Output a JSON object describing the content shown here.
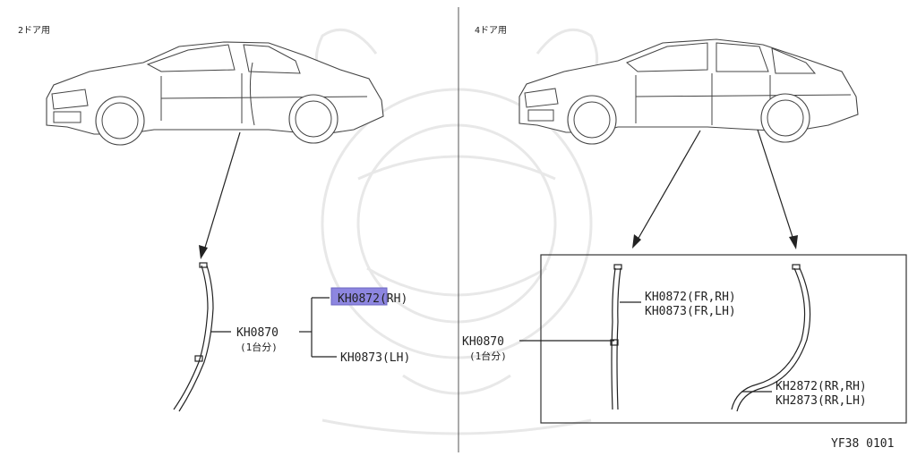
{
  "left_panel": {
    "title": "2ドア用",
    "part_total": "KH0870",
    "part_total_sub": "(1台分)",
    "part_rh": "KH0872(RH)",
    "part_lh": "KH0873(LH)"
  },
  "right_panel": {
    "title": "4ドア用",
    "part_total": "KH0870",
    "part_total_sub": "(1台分)",
    "front_rh": "KH0872(FR,RH)",
    "front_lh": "KH0873(FR,LH)",
    "rear_rh": "KH2872(RR,RH)",
    "rear_lh": "KH2873(RR,LH)"
  },
  "figure_code": "YF38 0101",
  "colors": {
    "highlight": "#8d86e0",
    "line": "#222222",
    "watermark": "#ececec"
  }
}
